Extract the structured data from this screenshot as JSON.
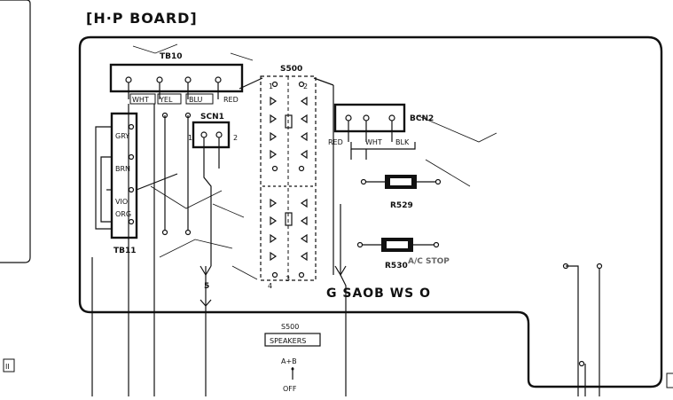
{
  "title": "[H·P BOARD]",
  "terminal_boards": {
    "tb10": {
      "label": "TB10",
      "wires": [
        "WHT",
        "YEL",
        "BLU",
        "RED"
      ]
    },
    "tb11": {
      "label": "TB11",
      "wires": [
        "GRY",
        "BRN",
        "VIO",
        "ORG"
      ]
    }
  },
  "connectors": {
    "scn1": {
      "label": "SCN1",
      "pins": [
        "1",
        "2"
      ]
    },
    "bcn2": {
      "label": "BCN2",
      "wires": [
        "RED",
        "WHT",
        "BLK"
      ]
    }
  },
  "switch": {
    "ref": "S500",
    "pin_labels": [
      "1",
      "2",
      "4",
      "3"
    ],
    "caption_ref": "S500",
    "caption_name": "SPEAKERS",
    "positions": [
      "A+B",
      "OFF"
    ]
  },
  "resistors": {
    "r529": "R529",
    "r530": "R530"
  },
  "wire_number": "5",
  "mirrored_text": "G SAOB WS O",
  "faint_text": "A/C STOP",
  "edge_marks": {
    "left": "II",
    "right": ""
  }
}
